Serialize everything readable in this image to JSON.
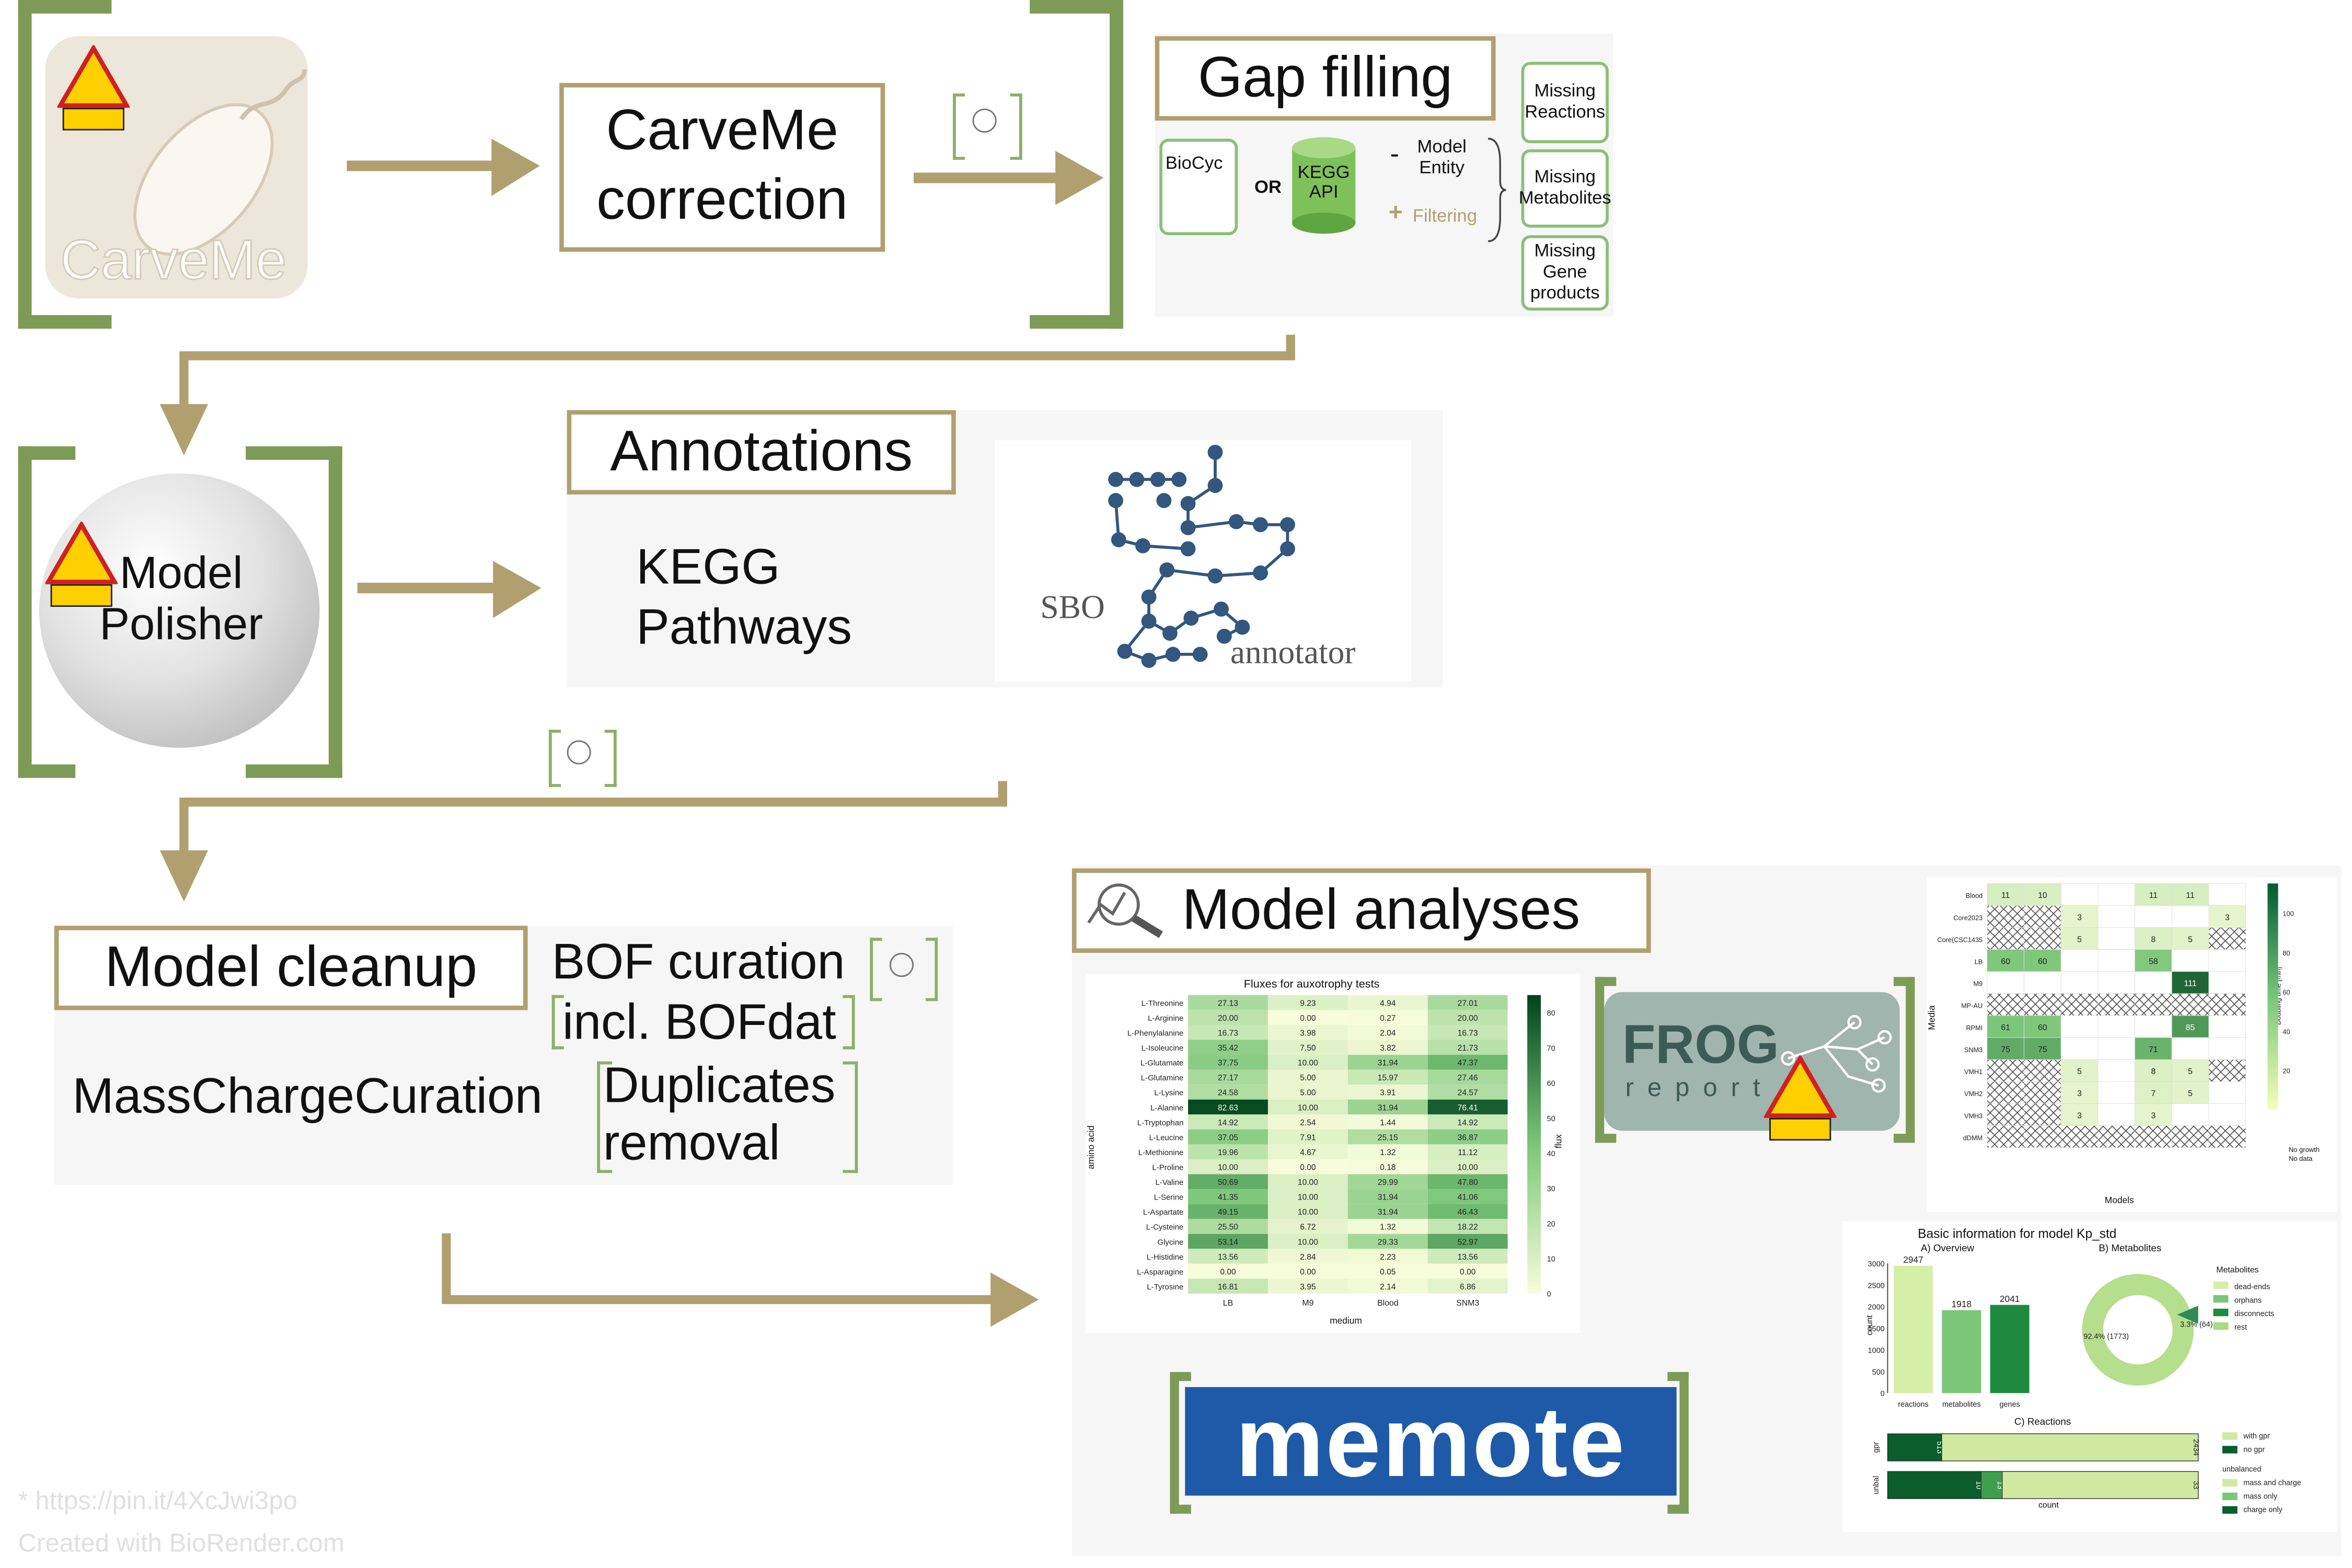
{
  "colors": {
    "olive": "#b0a070",
    "green_bracket": "#7d9b57",
    "memote_blue": "#1e5aa8",
    "frog_bg": "#9fb5ad"
  },
  "step1": {
    "carveme_logo": "CarveMe",
    "correction_box": "CarveMe\ncorrection"
  },
  "gap_filling": {
    "title": "Gap filling",
    "sources": {
      "biocyc": "BioCyc",
      "or": "OR",
      "kegg": "KEGG\nAPI"
    },
    "mapping": {
      "dash": "-",
      "model_entity": "Model\nEntity",
      "plus": "+",
      "filtering": "Filtering"
    },
    "outputs": [
      "Missing\nReactions",
      "Missing\nMetabolites",
      "Missing\nGene\nproducts"
    ]
  },
  "polisher": {
    "label": "Model\nPolisher",
    "warning": "UNDER\nCONSTRUCTION"
  },
  "annotations": {
    "title": "Annotations",
    "kegg": "KEGG\nPathways",
    "sbo_left": "SBO",
    "sbo_right": "annotator"
  },
  "cleanup": {
    "title": "Model cleanup",
    "bof": "BOF curation",
    "bofdat": "incl. BOFdat",
    "masscharge": "MassChargeCuration",
    "duplicates": "Duplicates\nremoval"
  },
  "analyses": {
    "title": "Model analyses",
    "frog_title": "FROG",
    "frog_sub": "report",
    "memote": "memote"
  },
  "footer": [
    "* https://pin.it/4XcJwi3po",
    "Created with BioRender.com"
  ],
  "chart_data": [
    {
      "type": "heatmap",
      "title": "Fluxes for auxotrophy tests",
      "xlabel": "medium",
      "ylabel": "amino acid",
      "colorbar_label": "flux",
      "colorbar_ticks": [
        0,
        10,
        20,
        30,
        40,
        50,
        60,
        70,
        80
      ],
      "x": [
        "LB",
        "M9",
        "Blood",
        "SNM3"
      ],
      "y": [
        "L-Threonine",
        "L-Arginine",
        "L-Phenylalanine",
        "L-Isoleucine",
        "L-Glutamate",
        "L-Glutamine",
        "L-Lysine",
        "L-Alanine",
        "L-Tryptophan",
        "L-Leucine",
        "L-Methionine",
        "L-Proline",
        "L-Valine",
        "L-Serine",
        "L-Aspartate",
        "L-Cysteine",
        "Glycine",
        "L-Histidine",
        "L-Asparagine",
        "L-Tyrosine"
      ],
      "values": [
        [
          27.13,
          9.23,
          4.94,
          27.01
        ],
        [
          20.0,
          0.0,
          0.27,
          20.0
        ],
        [
          16.73,
          3.98,
          2.04,
          16.73
        ],
        [
          35.42,
          7.5,
          3.82,
          21.73
        ],
        [
          37.75,
          10.0,
          31.94,
          47.37
        ],
        [
          27.17,
          5.0,
          15.97,
          27.46
        ],
        [
          24.58,
          5.0,
          3.91,
          24.57
        ],
        [
          82.63,
          10.0,
          31.94,
          76.41
        ],
        [
          14.92,
          2.54,
          1.44,
          14.92
        ],
        [
          37.05,
          7.91,
          25.15,
          36.87
        ],
        [
          19.96,
          4.67,
          1.32,
          11.12
        ],
        [
          10.0,
          0.0,
          0.18,
          10.0
        ],
        [
          50.69,
          10.0,
          29.99,
          47.8
        ],
        [
          41.35,
          10.0,
          31.94,
          41.06
        ],
        [
          49.15,
          10.0,
          31.94,
          46.43
        ],
        [
          25.5,
          6.72,
          1.32,
          18.22
        ],
        [
          53.14,
          10.0,
          29.33,
          52.97
        ],
        [
          13.56,
          2.84,
          2.23,
          13.56
        ],
        [
          0.0,
          0.0,
          0.05,
          0.0
        ],
        [
          16.81,
          3.95,
          2.14,
          6.86
        ]
      ]
    },
    {
      "type": "heatmap",
      "ylabel": "Media",
      "xlabel": "Models",
      "colorbar_label": "Doubling time [min]",
      "colorbar_ticks": [
        20,
        40,
        60,
        80,
        100
      ],
      "y": [
        "Blood",
        "Core2023",
        "Core(CSC1435",
        "LB",
        "M9",
        "MP-AU",
        "RPMI",
        "SNM3",
        "VMH1",
        "VMH2",
        "VMH3",
        "dDMM"
      ],
      "legend": [
        "No growth",
        "No data"
      ],
      "values": [
        [
          11,
          10,
          null,
          null,
          11,
          11,
          null
        ],
        [
          null,
          null,
          3,
          null,
          null,
          null,
          3
        ],
        [
          null,
          null,
          5,
          null,
          8,
          5,
          null
        ],
        [
          60,
          60,
          null,
          null,
          58,
          null,
          null
        ],
        [
          null,
          null,
          null,
          null,
          null,
          111,
          null
        ],
        [
          null,
          null,
          null,
          null,
          null,
          null,
          null
        ],
        [
          61,
          60,
          null,
          null,
          null,
          85,
          null
        ],
        [
          75,
          75,
          null,
          null,
          71,
          null,
          null
        ],
        [
          null,
          null,
          5,
          null,
          8,
          5,
          null
        ],
        [
          null,
          null,
          3,
          null,
          7,
          5,
          null
        ],
        [
          null,
          null,
          3,
          null,
          3,
          null,
          null
        ],
        [
          null,
          null,
          null,
          null,
          null,
          null,
          null
        ]
      ]
    },
    {
      "type": "bar",
      "title": "Basic information for model Kp_std",
      "subtitle": "A) Overview",
      "categories": [
        "reactions",
        "metabolites",
        "genes"
      ],
      "values": [
        2947,
        1918,
        2041
      ],
      "ylabel": "count",
      "ylim": [
        0,
        3000
      ],
      "yticks": [
        0,
        500,
        1000,
        1500,
        2000,
        2500,
        3000
      ]
    },
    {
      "type": "pie",
      "subtitle": "B) Metabolites",
      "legend_title": "Metabolites",
      "categories": [
        "dead-ends",
        "orphans",
        "disconnects",
        "rest"
      ],
      "labels": [
        "92.4% (1773)",
        "3.3% (64)"
      ]
    },
    {
      "type": "bar",
      "subtitle": "C) Reactions",
      "xlabel": "count",
      "rows": [
        {
          "name": "gpr",
          "segments": [
            513,
            2434
          ]
        },
        {
          "name": "unbal",
          "segments": [
            10,
            13,
            33
          ]
        }
      ],
      "legend": [
        "with gpr",
        "no gpr",
        "unbalanced",
        "mass and charge",
        "mass only",
        "charge only"
      ]
    }
  ]
}
